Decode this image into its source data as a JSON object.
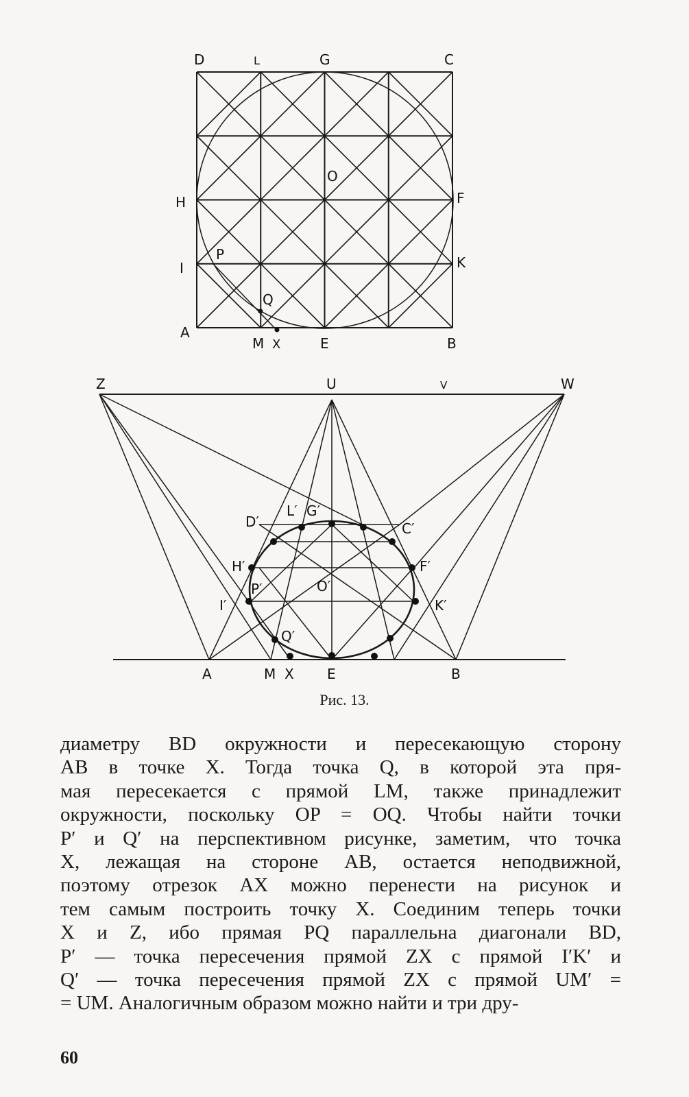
{
  "figure": {
    "square_labels": {
      "D": "D",
      "L": "L",
      "G": "G",
      "C": "C",
      "H": "H",
      "F": "F",
      "I": "I",
      "K": "K",
      "P": "P",
      "O": "O",
      "Q": "Q",
      "A": "A",
      "M": "M",
      "X": "X",
      "E": "E",
      "B": "B"
    },
    "perspective_labels": {
      "Z": "Z",
      "U": "U",
      "V": "V",
      "W": "W",
      "D_prime": "D′",
      "L_prime": "L′",
      "G_prime": "G′",
      "C_prime": "C′",
      "H_prime": "H′",
      "F_prime": "F′",
      "P_prime": "P′",
      "O_prime": "O′",
      "I_prime": "I′",
      "K_prime": "K′",
      "Q_prime": "Q′",
      "A": "A",
      "M": "M",
      "X": "X",
      "E": "E",
      "B": "B"
    },
    "caption": "Рис. 13."
  },
  "text": {
    "lines": [
      "диаметру BD окружности и пересекающую сторону",
      "AB в точке X. Тогда точка Q, в которой эта пря-",
      "мая пересекается с прямой LM, также принадлежит",
      "окружности, поскольку OP = OQ. Чтобы найти точки",
      "P′ и Q′ на перспективном рисунке, заметим, что точка",
      "X, лежащая на стороне AB, остается неподвижной,",
      "поэтому отрезок AX можно перенести на рисунок и",
      "тем самым построить точку X. Соединим теперь точки",
      "X и Z, ибо прямая PQ параллельна диагонали BD,",
      "P′ — точка пересечения прямой ZX с прямой I′K′ и",
      "Q′ — точка пересечения прямой ZX с прямой UM′ =",
      "= UM. Аналогичным образом можно найти и три дру-"
    ]
  },
  "page_number": "60"
}
